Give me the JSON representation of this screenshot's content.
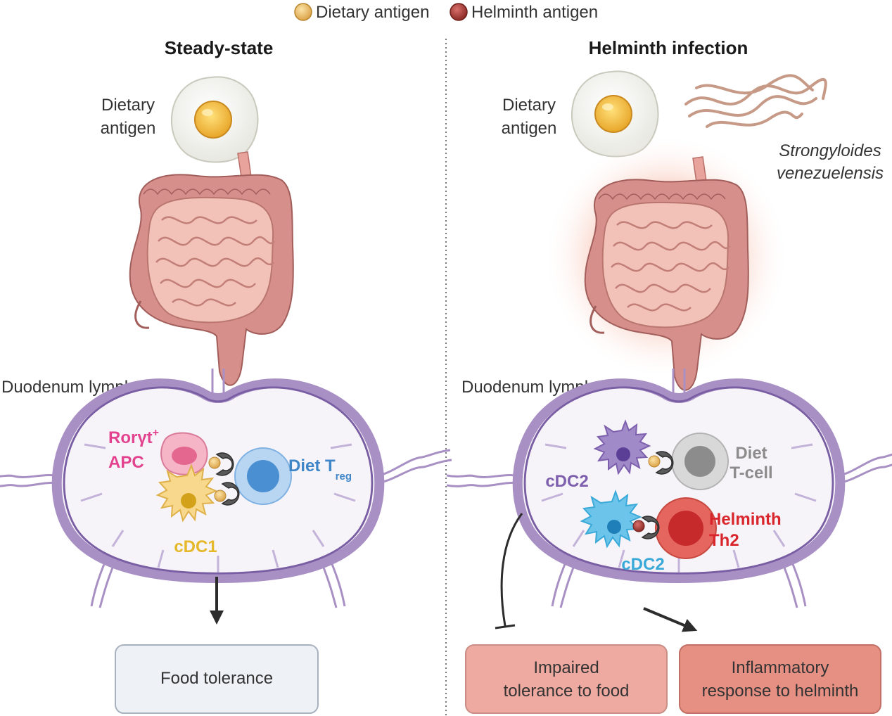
{
  "legend": [
    {
      "label": "Dietary antigen",
      "color": "#e8b95a"
    },
    {
      "label": "Helminth antigen",
      "color": "#a83a34"
    }
  ],
  "left_panel": {
    "title": "Steady-state",
    "antigen_label_line1": "Dietary",
    "antigen_label_line2": "antigen",
    "node_label": "Duodenum lymph node",
    "cells": {
      "rorgt_line1": "Rorγt",
      "rorgt_sup": "+",
      "rorgt_line2": "APC",
      "cdc1": "cDC1",
      "treg_main": "Diet T",
      "treg_sub": "reg"
    },
    "outcome": "Food tolerance"
  },
  "right_panel": {
    "title": "Helminth infection",
    "antigen_label_line1": "Dietary",
    "antigen_label_line2": "antigen",
    "parasite_line1": "Strongyloides",
    "parasite_line2": "venezuelensis",
    "node_label": "Duodenum lymph node",
    "cells": {
      "cdc2_top": "cDC2",
      "diet_tcell_line1": "Diet",
      "diet_tcell_line2": "T-cell",
      "helminth_line1": "Helminth",
      "helminth_line2": "Th2",
      "cdc2_bottom": "cDC2"
    },
    "outcome_impaired_line1": "Impaired",
    "outcome_impaired_line2": "tolerance to food",
    "outcome_inflammatory_line1": "Inflammatory",
    "outcome_inflammatory_line2": "response to helminth"
  },
  "colors": {
    "node_outline": "#a890c4",
    "node_fill": "#f6f3f8",
    "rorgt": "#e3438e",
    "cdc1": "#e5b829",
    "treg": "#3f86c9",
    "cdc2_purple": "#7d5fae",
    "diet_tcell_gray": "#8c8c8c",
    "helminth_red": "#d8262c",
    "cdc2_blue": "#39a9d8",
    "food_box": "#eef2f7",
    "impaired_box": "#eeaaa0",
    "inflammatory_box": "#e69084"
  }
}
